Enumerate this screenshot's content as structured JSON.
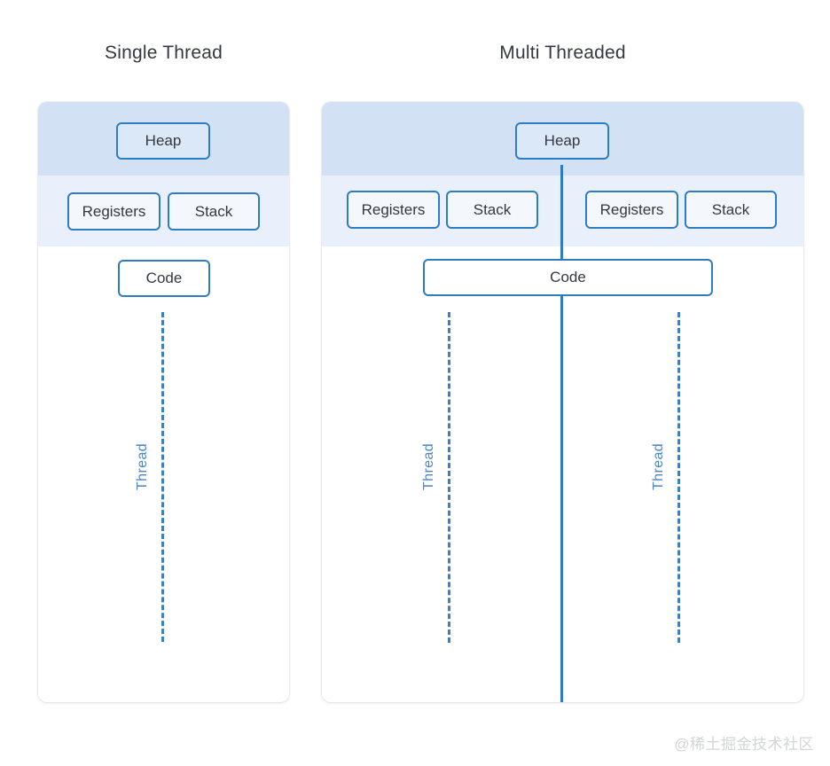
{
  "diagram": {
    "title_left": "Single Thread",
    "title_right": "Multi Threaded",
    "watermark": "@稀土掘金技术社区",
    "colors": {
      "accent_border": "#2e7cc4",
      "thread_line": "#3d7fc1",
      "thread_label": "#4a86c8",
      "band_heap": "#d2e2f4",
      "band_registers": "#e9f0fb",
      "panel_background": "#ffffff",
      "title_text": "#35383d",
      "watermark_text": "#d3d4d6"
    }
  },
  "single_thread": {
    "title": "Single Thread",
    "heap": "Heap",
    "registers": "Registers",
    "stack": "Stack",
    "code": "Code",
    "thread_label": "Thread"
  },
  "multi_threaded": {
    "title": "Multi Threaded",
    "heap": "Heap",
    "code": "Code",
    "threads": [
      {
        "registers": "Registers",
        "stack": "Stack",
        "thread_label": "Thread"
      },
      {
        "registers": "Registers",
        "stack": "Stack",
        "thread_label": "Thread"
      }
    ]
  }
}
